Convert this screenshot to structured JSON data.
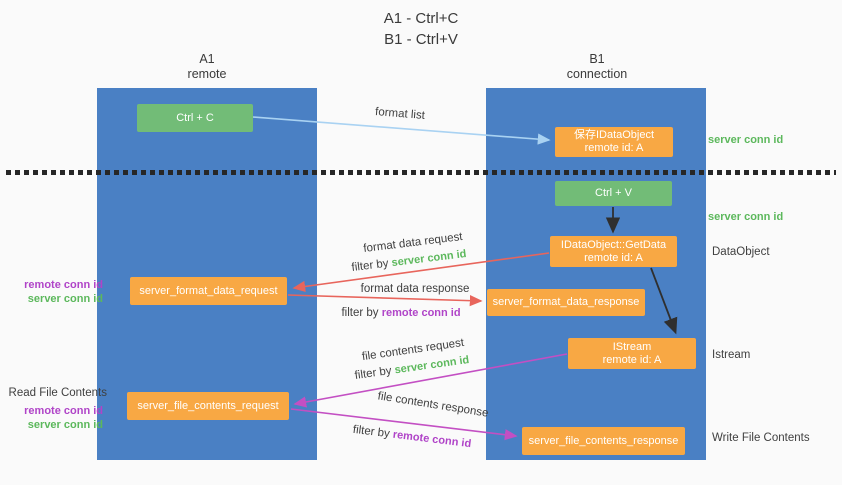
{
  "title": {
    "line1": "A1 - Ctrl+C",
    "line2": "B1 - Ctrl+V"
  },
  "columns": {
    "left": {
      "name": "A1",
      "subtitle": "remote"
    },
    "right": {
      "name": "B1",
      "subtitle": "connection"
    }
  },
  "nodes": {
    "ctrl_c": {
      "label": "Ctrl + C"
    },
    "save_idataobject": {
      "line1": "保存IDataObject",
      "line2": "remote id: A"
    },
    "ctrl_v": {
      "label": "Ctrl + V"
    },
    "idataobject_getdata": {
      "line1": "IDataObject::GetData",
      "line2": "remote id: A"
    },
    "server_format_data_request": {
      "label": "server_format_data_request"
    },
    "server_format_data_response": {
      "label": "server_format_data_response"
    },
    "istream": {
      "line1": "IStream",
      "line2": "remote id: A"
    },
    "server_file_contents_request": {
      "label": "server_file_contents_request"
    },
    "server_file_contents_response": {
      "label": "server_file_contents_response"
    }
  },
  "side_labels": {
    "server_conn_id_top": "server conn id",
    "server_conn_id_mid": "server conn id",
    "dataobject": "DataObject",
    "istream": "Istream",
    "write_file_contents": "Write File Contents",
    "read_file_contents": "Read File Contents",
    "left_remote_conn_id_1": "remote conn id",
    "left_server_conn_id_1": "server conn id",
    "left_remote_conn_id_2": "remote conn id",
    "left_server_conn_id_2": "server conn id"
  },
  "edge_labels": {
    "format_list": "format list",
    "format_data_request": "format data request",
    "filter_by_server_1": {
      "prefix": "filter by ",
      "value": "server conn id"
    },
    "format_data_response": "format data response",
    "filter_by_remote_1": {
      "prefix": "filter by ",
      "value": "remote conn id"
    },
    "file_contents_request": "file contents request",
    "filter_by_server_2": {
      "prefix": "filter by ",
      "value": "server conn id"
    },
    "file_contents_response": "file contents response",
    "filter_by_remote_2": {
      "prefix": "filter by ",
      "value": "remote conn id"
    }
  },
  "colors": {
    "column_blue": "#4a80c4",
    "node_orange": "#f8a844",
    "node_green": "#72bc77",
    "text_green": "#5cb85c",
    "text_purple": "#b044c8",
    "arrow_red": "#e8655c",
    "arrow_magenta": "#c34fc3",
    "arrow_lightblue": "#a9d2f2",
    "arrow_black": "#2f2f2f",
    "background": "#fafafa"
  }
}
